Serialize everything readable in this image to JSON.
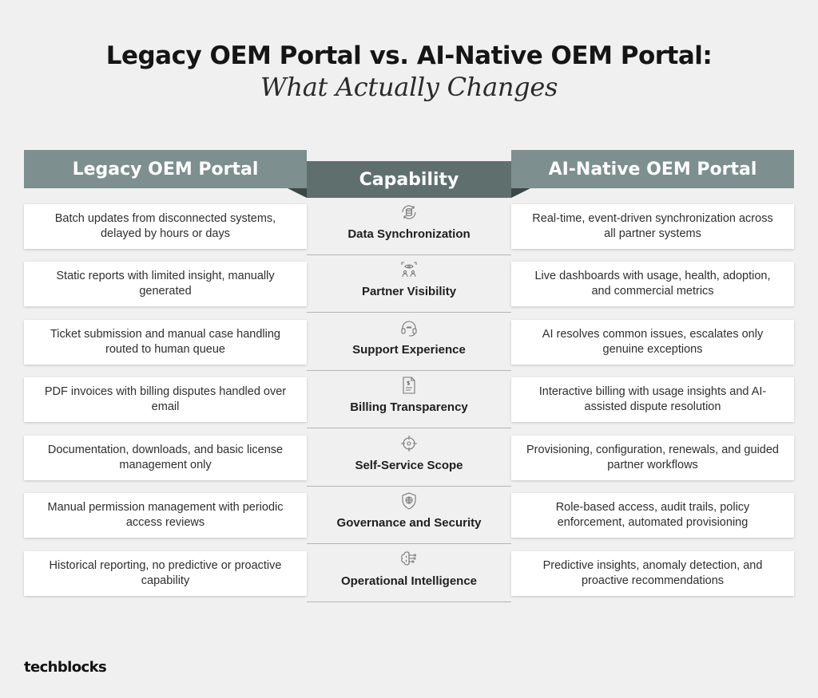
{
  "title": {
    "main": "Legacy OEM Portal vs. AI-Native OEM Portal:",
    "sub": "What Actually Changes"
  },
  "headers": {
    "left": "Legacy OEM Portal",
    "center": "Capability",
    "right": "AI-Native OEM Portal"
  },
  "colors": {
    "header_side": "#7d8f8e",
    "header_center": "#5e6f6e",
    "background": "#f0f0f0"
  },
  "rows": [
    {
      "capability": "Data Synchronization",
      "icon": "sync-database-icon",
      "legacy": "Batch updates from disconnected systems, delayed by hours or days",
      "ai": "Real-time, event-driven synchronization across all partner systems"
    },
    {
      "capability": "Partner Visibility",
      "icon": "partners-eye-icon",
      "legacy": "Static reports with limited insight, manually generated",
      "ai": "Live dashboards with usage, health, adoption, and commercial metrics"
    },
    {
      "capability": "Support Experience",
      "icon": "headset-icon",
      "legacy": "Ticket submission and manual case handling routed to human queue",
      "ai": "AI resolves common issues, escalates only genuine exceptions"
    },
    {
      "capability": "Billing Transparency",
      "icon": "invoice-icon",
      "legacy": "PDF invoices with billing disputes handled over email",
      "ai": "Interactive billing with usage insights and AI-assisted dispute resolution"
    },
    {
      "capability": "Self-Service Scope",
      "icon": "target-icon",
      "legacy": "Documentation, downloads, and basic license management only",
      "ai": "Provisioning, configuration, renewals, and guided partner workflows"
    },
    {
      "capability": "Governance and Security",
      "icon": "shield-globe-icon",
      "legacy": "Manual permission management with periodic access reviews",
      "ai": "Role-based access, audit trails, policy enforcement, automated provisioning"
    },
    {
      "capability": "Operational Intelligence",
      "icon": "ai-brain-icon",
      "legacy": "Historical reporting, no predictive or proactive capability",
      "ai": "Predictive insights, anomaly detection, and proactive recommendations"
    }
  ],
  "brand": {
    "name": "techblocks",
    "logo": "techblocks-logo"
  }
}
